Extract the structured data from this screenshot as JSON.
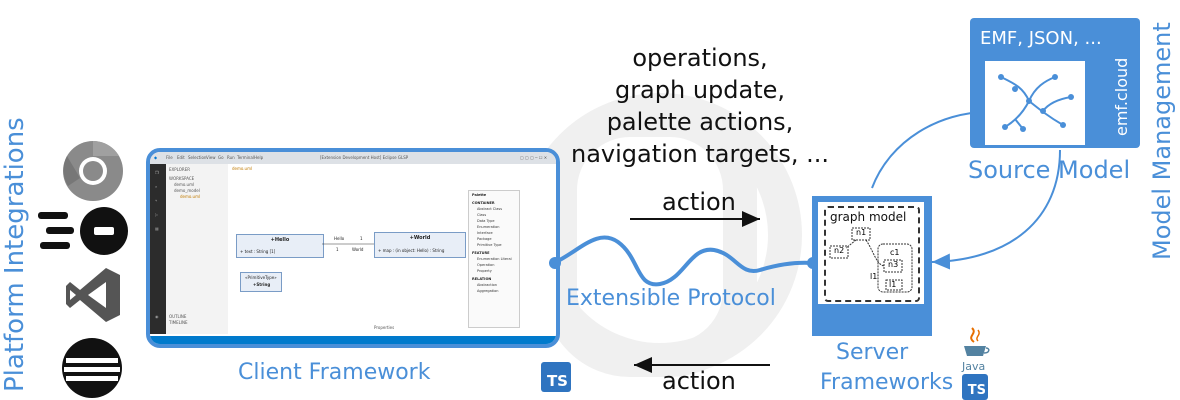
{
  "labels": {
    "platform_integrations": "Platform Integrations",
    "client_framework": "Client Framework",
    "extensible_protocol": "Extensible Protocol",
    "server_frameworks_line1": "Server",
    "server_frameworks_line2": "Frameworks",
    "source_model": "Source Model",
    "model_management": "Model Management",
    "emf_json": "EMF, JSON, ...",
    "emf_cloud": "emf.cloud",
    "java": "Java",
    "ts": "TS",
    "graph_model": "graph model",
    "action_top": "action",
    "action_bottom": "action"
  },
  "operations_lines": [
    "operations,",
    "graph update,",
    "palette actions,",
    "navigation targets, ..."
  ],
  "graph_nodes": [
    "n1",
    "n2",
    "c1",
    "n3",
    "l1",
    "l1"
  ],
  "vscode": {
    "menu": [
      "File",
      "Edit",
      "Selection",
      "View",
      "Go",
      "Run",
      "Terminal",
      "Help"
    ],
    "title": "[Extension Development Host] Eclipse GLSP",
    "tab": "demo.uml",
    "explorer_header": "EXPLORER",
    "explorer_items": [
      "WORKSPACE",
      "demo.uml",
      "demo_model",
      "demo.uml"
    ],
    "bottom_items": [
      "OUTLINE",
      "TIMELINE"
    ],
    "properties": "Properties",
    "classes": [
      {
        "name": "+Hello",
        "attr": "+ text : String [1]"
      },
      {
        "name": "+World",
        "attr": "+ map : (in object: Hello) : String"
      }
    ],
    "assoc": {
      "left_name": "Hello",
      "left_mult": "1",
      "right_mult": "1",
      "right_name": "World"
    },
    "primitive": {
      "stereotype": "«PrimitiveType»",
      "name": "+String"
    },
    "palette_head": "Palette",
    "palette_sections": [
      {
        "title": "CONTAINER",
        "items": [
          "Abstract Class",
          "Class",
          "Data Type",
          "Enumeration",
          "Interface",
          "Package",
          "Primitive Type"
        ]
      },
      {
        "title": "FEATURE",
        "items": [
          "Enumeration Literal",
          "Operation",
          "Property"
        ]
      },
      {
        "title": "RELATION",
        "items": [
          "Abstraction",
          "Aggregation"
        ]
      }
    ]
  }
}
